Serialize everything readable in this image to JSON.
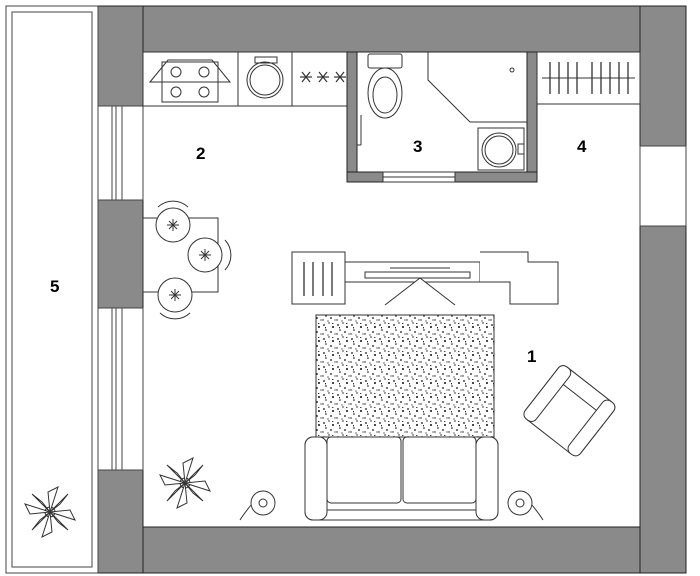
{
  "plan": {
    "colors": {
      "wall": "#8a8a8a",
      "line": "#222222",
      "floor": "#ffffff"
    },
    "rooms": [
      {
        "id": "1",
        "label": "1"
      },
      {
        "id": "2",
        "label": "2"
      },
      {
        "id": "3",
        "label": "3"
      },
      {
        "id": "4",
        "label": "4"
      },
      {
        "id": "5",
        "label": "5"
      }
    ],
    "furniture_icons": [
      "stove-icon",
      "sink-icon",
      "wall-cabinets-icon",
      "toilet-icon",
      "shower-icon",
      "washbasin-icon",
      "wardrobe-icon",
      "dining-table-icon",
      "chair-icon",
      "tv-unit-icon",
      "carpet-icon",
      "sofa-icon",
      "armchair-icon",
      "plant-icon",
      "lamp-icon"
    ]
  }
}
